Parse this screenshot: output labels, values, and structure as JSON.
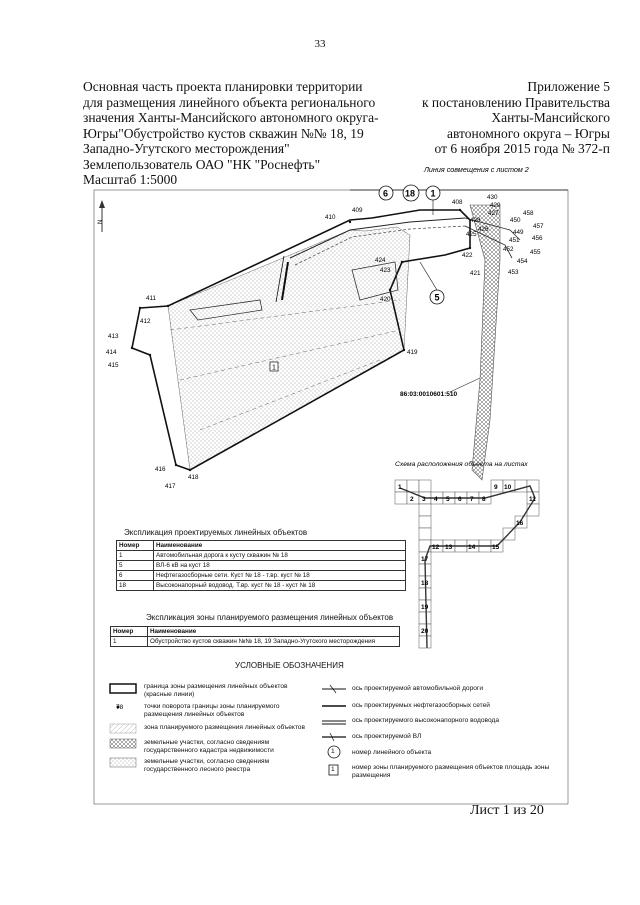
{
  "page_number": "33",
  "header_left": [
    "Основная часть проекта планировки территории",
    "для размещения линейного объекта регионального",
    "значения Ханты-Мансийского автономного округа-",
    "Югры\"Обустройство кустов скважин №№ 18, 19",
    "Западно-Угутского месторождения\"",
    "Землепользователь ОАО \"НК \"Роснефть\"",
    "Масштаб 1:5000"
  ],
  "header_right": [
    "Приложение 5",
    "к постановлению Правительства",
    "Ханты-Мансийского",
    "автономного округа – Югры",
    "от 6 ноября 2015 года № 372-п"
  ],
  "map": {
    "match_line_label": "Линия совмещения с листом 2",
    "cadastral_label": "86:03:0010601:510",
    "point_labels": [
      "409",
      "410",
      "411",
      "412",
      "413",
      "414",
      "415",
      "416",
      "417",
      "418",
      "419",
      "420",
      "421",
      "422",
      "423",
      "424",
      "425",
      "426",
      "427",
      "428",
      "429",
      "430",
      "449",
      "450",
      "451",
      "452",
      "453",
      "454",
      "455",
      "456",
      "457",
      "458",
      "408"
    ],
    "object_numbers": [
      "6",
      "18",
      "1",
      "5"
    ],
    "zone_number": "1",
    "north_label": "N"
  },
  "schema": {
    "title": "Схема расположения объекта на листах",
    "sheet_numbers": [
      "1",
      "2",
      "3",
      "4",
      "5",
      "6",
      "7",
      "8",
      "9",
      "10",
      "11",
      "12",
      "13",
      "14",
      "15",
      "16",
      "17",
      "18",
      "19",
      "20"
    ]
  },
  "table1": {
    "title": "Экспликация проектируемых линейных объектов",
    "headers": [
      "Номер",
      "Наименование"
    ],
    "rows": [
      [
        "1",
        "Автомобильная дорога к кусту скважин № 18"
      ],
      [
        "5",
        "ВЛ-6 кВ на куст 18"
      ],
      [
        "6",
        "Нефтегазосборные сети. Куст № 18 - т.вр. куст № 18"
      ],
      [
        "18",
        "Высоконапорный водовод. Т.вр. куст № 18 - куст № 18"
      ]
    ]
  },
  "table2": {
    "title": "Экспликация зоны планируемого размещения линейных объектов",
    "headers": [
      "Номер",
      "Наименование"
    ],
    "rows": [
      [
        "1",
        "Обустройство кустов скважин №№ 18, 19 Западно-Угутского месторождения"
      ]
    ]
  },
  "legend": {
    "title": "УСЛОВНЫЕ ОБОЗНАЧЕНИЯ",
    "left": [
      "граница зоны размещения линейных объектов (красные линии)",
      "точки поворота границы зоны планируемого размещения линейных объектов",
      "зона планируемого размещения линейных объектов",
      "земельные участки, согласно сведениям государственного кадастра недвижимости",
      "земельные участки, согласно сведениям государственного лесного реестра"
    ],
    "point_sample": "78",
    "right": [
      "ось проектируемой автомобильной дороги",
      "ось проектируемых нефтегазосборных сетей",
      "ось проектируемого высоконапорного водовода",
      "ось проектируемой ВЛ",
      "номер линейного объекта",
      "номер зоны планируемого размещения объектов площадь зоны размещения"
    ],
    "object_sample": "1",
    "zone_sample": "1"
  },
  "footer": "Лист 1 из 20"
}
